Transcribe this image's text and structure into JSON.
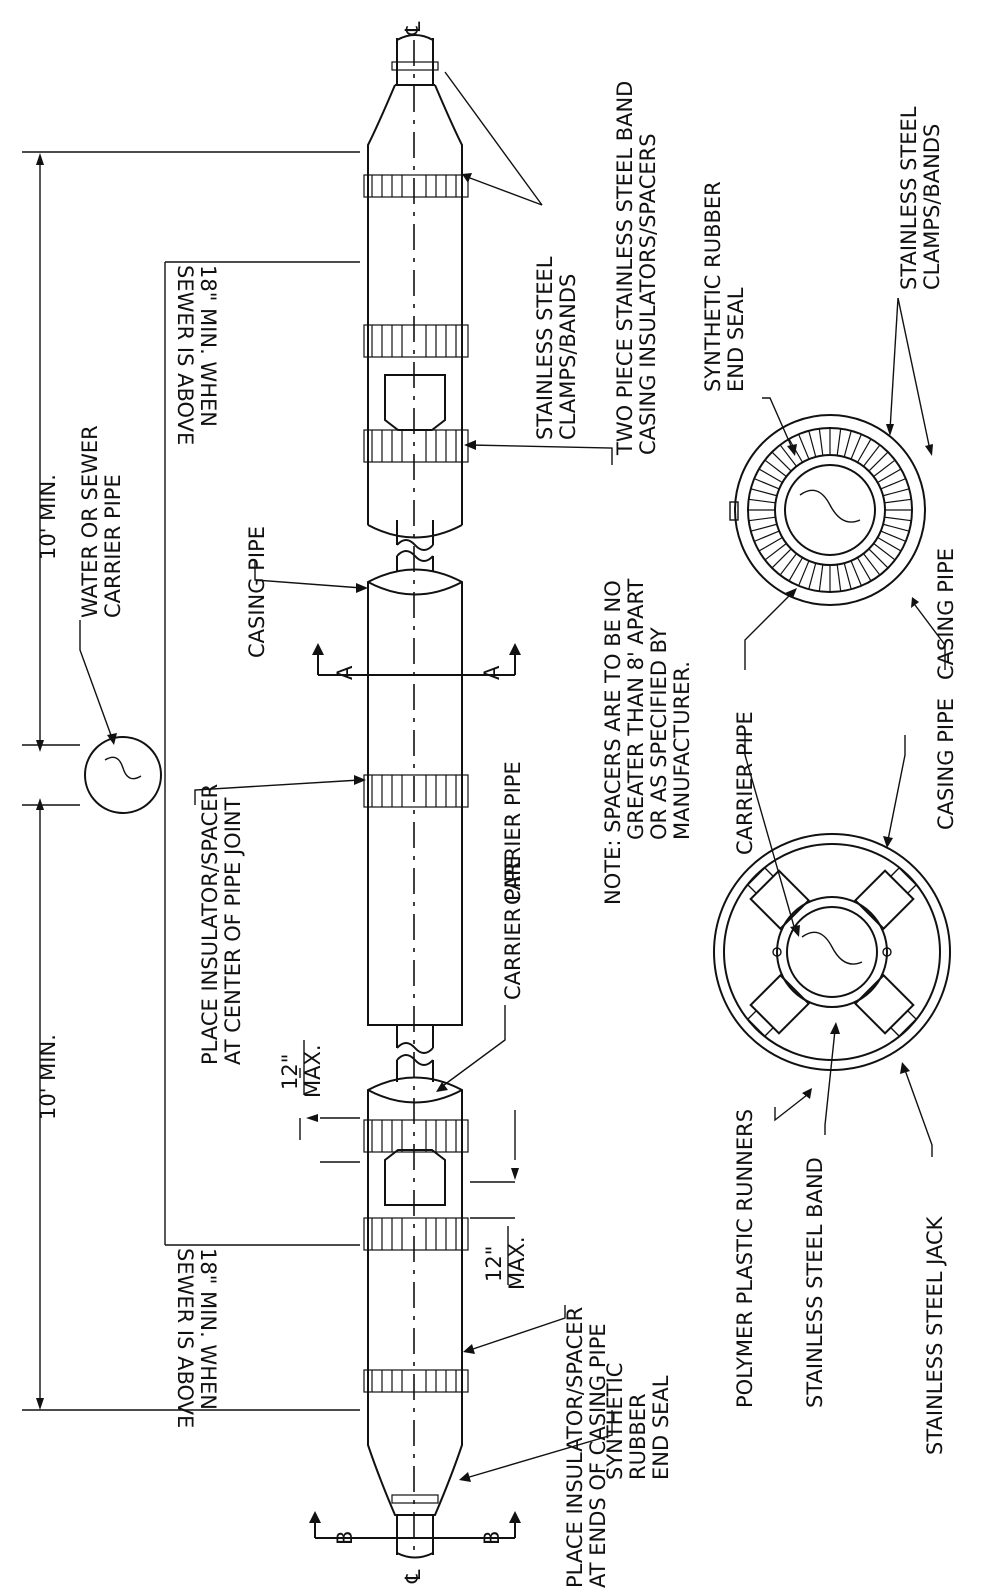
{
  "labels": {
    "casing_pipe_top": "CASING PIPE",
    "section_a": "A",
    "section_b": "B",
    "centerline": "℄",
    "water_sewer_line1": "WATER OR SEWER",
    "water_sewer_line2": "CARRIER PIPE",
    "ten_min_top": "10' MIN.",
    "ten_min_bottom": "10' MIN.",
    "min18_top_line1": "18\" MIN. WHEN",
    "min18_top_line2": "SEWER IS ABOVE",
    "min18_bottom_line1": "18\" MIN. WHEN",
    "min18_bottom_line2": "SEWER IS ABOVE",
    "place_center_line1": "PLACE INSULATOR/SPACER",
    "place_center_line2": "AT CENTER OF PIPE JOINT",
    "carrier_pipe_mid": "CARRIER PIPE",
    "carrier_pipe_lower": "CARRIER PIPE",
    "max12_num_a": "12\"",
    "max12_den_a": "MAX.",
    "max12_num_b": "12\"",
    "max12_den_b": "MAX.",
    "place_ends_line1": "PLACE INSULATOR/SPACER",
    "place_ends_line2": "AT ENDS OF CASING PIPE",
    "synthetic_left_line1": "SYNTHETIC",
    "synthetic_left_line2": "RUBBER",
    "synthetic_left_line3": "END SEAL",
    "stainless_bands_top_line1": "STAINLESS STEEL",
    "stainless_bands_top_line2": "CLAMPS/BANDS",
    "two_piece_line1": "TWO PIECE STAINLESS STEEL BAND",
    "two_piece_line2": "CASING INSULATORS/SPACERS",
    "note_line1": "NOTE:  SPACERS ARE TO BE NO",
    "note_line2": "GREATER THAN 8' APART",
    "note_line3": "OR AS SPECIFIED BY",
    "note_line4": "MANUFACTURER.",
    "synthetic_right_line1": "SYNTHETIC RUBBER",
    "synthetic_right_line2": "END SEAL",
    "stainless_bands_right_line1": "STAINLESS STEEL",
    "stainless_bands_right_line2": "CLAMPS/BANDS",
    "carrier_pipe_section": "CARRIER PIPE",
    "casing_pipe_section_right": "CASING PIPE",
    "casing_pipe_section_left": "CASING PIPE",
    "polymer_runners": "POLYMER PLASTIC RUNNERS",
    "stainless_band": "STAINLESS STEEL BAND",
    "stainless_jack": "STAINLESS STEEL JACK"
  }
}
